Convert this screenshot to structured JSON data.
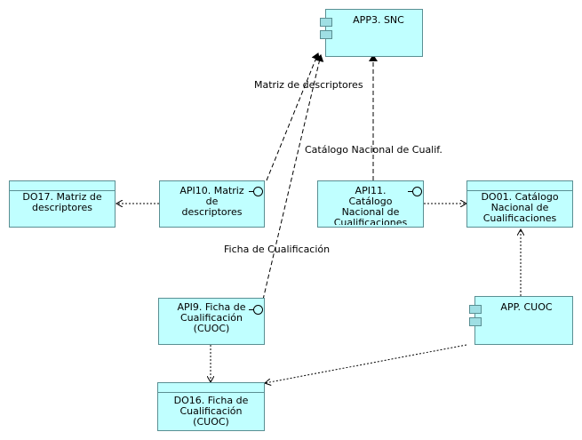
{
  "nodes": {
    "app3_snc": {
      "label": "APP3. SNC",
      "kind": "application-component"
    },
    "do17": {
      "label": "DO17. Matriz de\ndescriptores",
      "kind": "data-object"
    },
    "api10": {
      "label": "API10. Matriz\nde\ndescriptores",
      "kind": "application-interface"
    },
    "api11": {
      "label": "API11.\nCatálogo\nNacional de\nCualificaciones",
      "kind": "application-interface"
    },
    "do01": {
      "label": "DO01. Catálogo\nNacional de\nCualificaciones",
      "kind": "data-object"
    },
    "api9": {
      "label": "API9. Ficha de\nCualificación\n(CUOC)",
      "kind": "application-interface"
    },
    "app_cuoc": {
      "label": "APP. CUOC",
      "kind": "application-component"
    },
    "do16": {
      "label": "DO16. Ficha de\nCualificación\n(CUOC)",
      "kind": "data-object"
    }
  },
  "edge_labels": {
    "matriz": "Matriz de descriptores",
    "catalogo": "Catálogo Nacional de Cualif.",
    "ficha": "Ficha de Cualificación"
  },
  "edges": [
    {
      "from": "api10",
      "to": "app3_snc",
      "label": "matriz",
      "style": "dashed",
      "arrow": "filled"
    },
    {
      "from": "api11",
      "to": "app3_snc",
      "label": "catalogo",
      "style": "dashed",
      "arrow": "filled"
    },
    {
      "from": "api9",
      "to": "app3_snc",
      "label": "ficha",
      "style": "dashed",
      "arrow": "filled"
    },
    {
      "from": "api10",
      "to": "do17",
      "style": "dotted",
      "arrow": "open"
    },
    {
      "from": "api11",
      "to": "do01",
      "style": "dotted",
      "arrow": "open"
    },
    {
      "from": "app_cuoc",
      "to": "do01",
      "style": "dotted",
      "arrow": "open"
    },
    {
      "from": "api9",
      "to": "do16",
      "style": "dotted",
      "arrow": "open"
    },
    {
      "from": "app_cuoc",
      "to": "do16",
      "style": "dotted",
      "arrow": "open"
    }
  ],
  "colors": {
    "fill": "#c0ffff",
    "border": "#5a8f93",
    "icon_fill": "#9fdfe4",
    "line": "#000000"
  }
}
